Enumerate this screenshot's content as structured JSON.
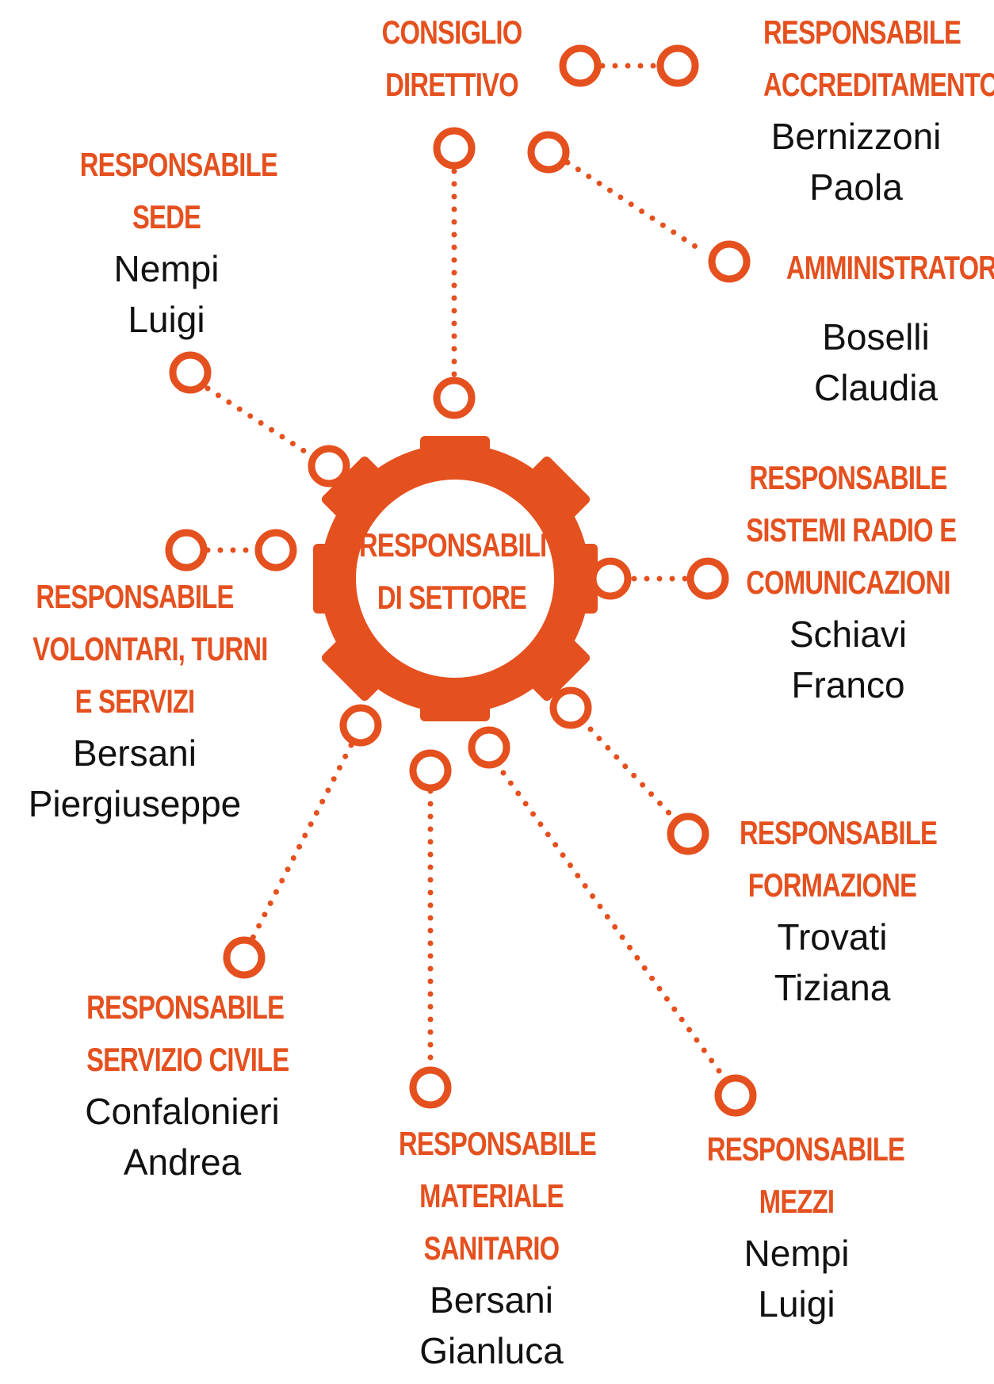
{
  "accent_color": "#e5501f",
  "center": {
    "line1": "RESPONSABILI",
    "line2": "DI SETTORE"
  },
  "consiglio": {
    "line1": "CONSIGLIO",
    "line2": "DIRETTIVO"
  },
  "accreditamento": {
    "role1": "RESPONSABILE",
    "role2": "ACCREDITAMENTO",
    "name1": "Bernizzoni",
    "name2": "Paola"
  },
  "amministratore": {
    "role1": "AMMINISTRATORE",
    "name1": "Boselli",
    "name2": "Claudia"
  },
  "sede": {
    "role1": "RESPONSABILE",
    "role2": "SEDE",
    "name1": "Nempi",
    "name2": "Luigi"
  },
  "sistemi": {
    "role1": "RESPONSABILE",
    "role2": "SISTEMI RADIO E",
    "role3": "COMUNICAZIONI",
    "name1": "Schiavi",
    "name2": "Franco"
  },
  "volontari": {
    "role1": "RESPONSABILE",
    "role2": "VOLONTARI, TURNI",
    "role3": "E SERVIZI",
    "name1": "Bersani",
    "name2": "Piergiuseppe"
  },
  "formazione": {
    "role1": "RESPONSABILE",
    "role2": "FORMAZIONE",
    "name1": "Trovati",
    "name2": "Tiziana"
  },
  "servizio_civile": {
    "role1": "RESPONSABILE",
    "role2": "SERVIZIO CIVILE",
    "name1": "Confalonieri",
    "name2": "Andrea"
  },
  "materiale": {
    "role1": "RESPONSABILE",
    "role2": "MATERIALE",
    "role3": "SANITARIO",
    "name1": "Bersani",
    "name2": "Gianluca"
  },
  "mezzi": {
    "role1": "RESPONSABILE",
    "role2": "MEZZI",
    "name1": "Nempi",
    "name2": "Luigi"
  }
}
